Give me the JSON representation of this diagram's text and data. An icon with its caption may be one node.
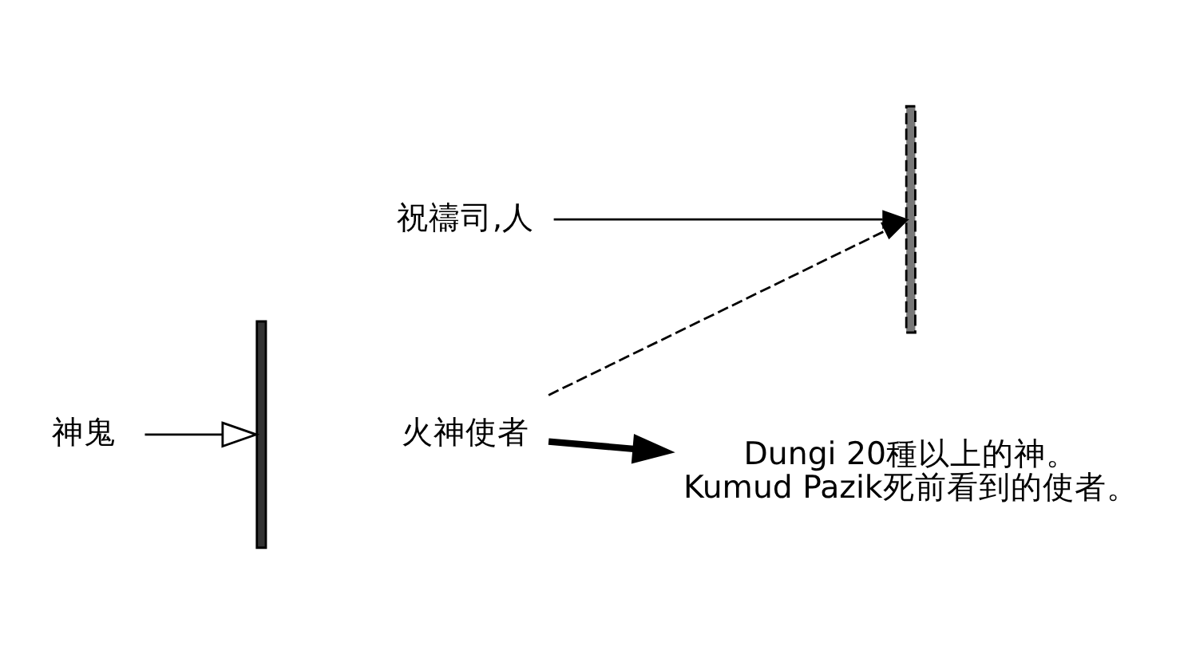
{
  "diagram": {
    "nodes": [
      {
        "text": [
          "神鬼"
        ]
      },
      {
        "text": [],
        "shape": "bar"
      },
      {
        "text": [
          "火神使者"
        ]
      },
      {
        "text": [],
        "shape": "bar"
      },
      {
        "text": [
          "祝禱司,人"
        ]
      },
      {
        "text": [
          "Dungi 20種以上的神。",
          "Kumud Pazik死前看到的使者。"
        ]
      }
    ],
    "edges": [
      {
        "from": 0,
        "to": 1,
        "arrow": "to"
      },
      {
        "from": 2,
        "to": 3,
        "arrow": "to",
        "style": "dashed"
      },
      {
        "from": 4,
        "to": 3,
        "arrow": "to"
      },
      {
        "from": 2,
        "to": 5,
        "arrow": "to",
        "style": "thick"
      }
    ]
  }
}
